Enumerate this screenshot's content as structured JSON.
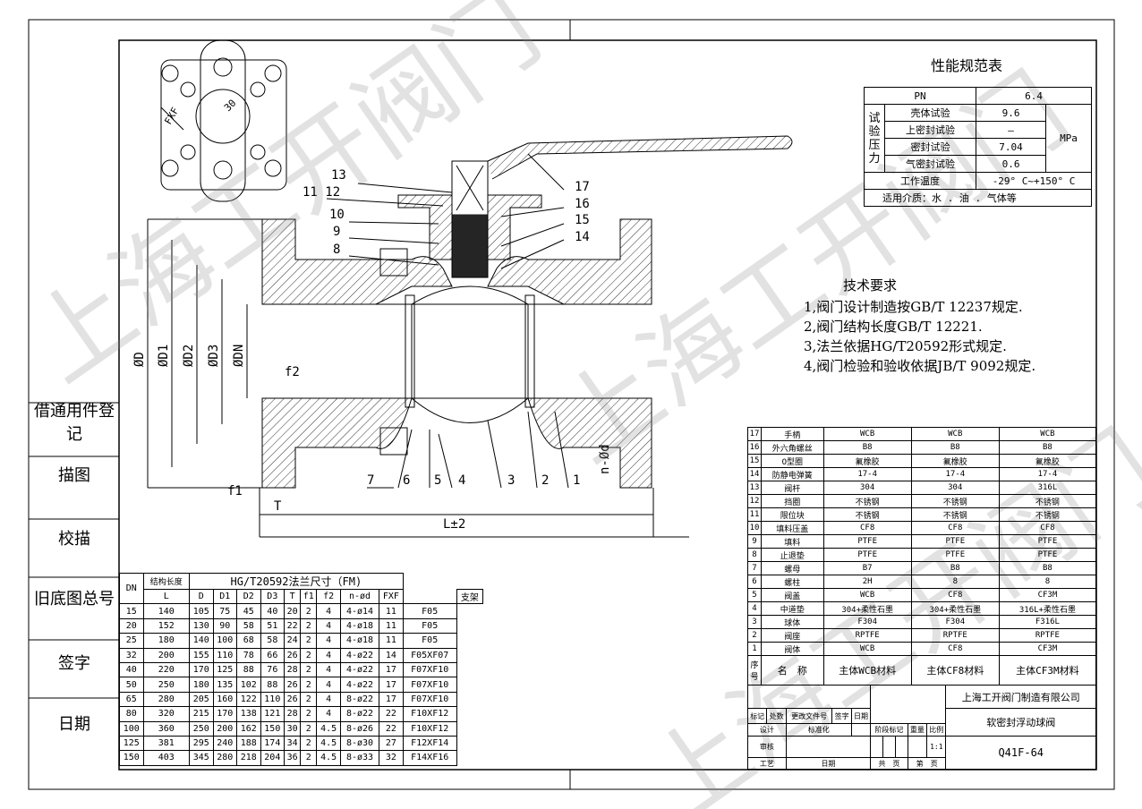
{
  "watermark": "上海工开阀门",
  "registration": [
    "借通用件登记",
    "描图",
    "校描",
    "旧底图总号",
    "签字",
    "日期"
  ],
  "part_labels": [
    "1",
    "2",
    "3",
    "4",
    "5",
    "6",
    "7",
    "8",
    "9",
    "10",
    "11 12",
    "13",
    "14",
    "15",
    "16",
    "17"
  ],
  "dim_labels": {
    "D": "ØD",
    "D1": "ØD1",
    "D2": "ØD2",
    "D3": "ØD3",
    "DN": "ØDN",
    "f1": "f1",
    "f2": "f2",
    "T": "T",
    "L": "L±2",
    "nd": "n-Ød",
    "fxf": "FXF",
    "sq": "30"
  },
  "spec": {
    "title": "性能规范表",
    "pn_label": "PN",
    "pn_value": "6.4",
    "group_label": "试验压力",
    "tests": [
      {
        "name": "壳体试验",
        "value": "9.6"
      },
      {
        "name": "上密封试验",
        "value": "—"
      },
      {
        "name": "密封试验",
        "value": "7.04"
      },
      {
        "name": "气密封试验",
        "value": "0.6"
      }
    ],
    "unit": "MPa",
    "temp_label": "工作温度",
    "temp_value": "-29° C~+150° C",
    "media": "适用介质：水 . 油 . 气体等"
  },
  "tech": {
    "title": "技术要求",
    "items": [
      "1,阀门设计制造按GB/T 12237规定.",
      "2,阀门结构长度GB/T 12221.",
      "3,法兰依据HG/T20592形式规定.",
      "4,阀门检验和验收依据JB/T 9092规定."
    ]
  },
  "dims_table": {
    "h_dn": "DN",
    "h_len": "结构长度",
    "h_L": "L",
    "h_flange": "HG/T20592法兰尺寸（FM)",
    "cols": [
      "D",
      "D1",
      "D2",
      "D3",
      "T",
      "f1",
      "f2",
      "n-ød",
      "FXF",
      "支架"
    ],
    "rows": [
      [
        "15",
        "140",
        "105",
        "75",
        "45",
        "40",
        "20",
        "2",
        "4",
        "4-ø14",
        "11",
        "F05"
      ],
      [
        "20",
        "152",
        "130",
        "90",
        "58",
        "51",
        "22",
        "2",
        "4",
        "4-ø18",
        "11",
        "F05"
      ],
      [
        "25",
        "180",
        "140",
        "100",
        "68",
        "58",
        "24",
        "2",
        "4",
        "4-ø18",
        "11",
        "F05"
      ],
      [
        "32",
        "200",
        "155",
        "110",
        "78",
        "66",
        "26",
        "2",
        "4",
        "4-ø22",
        "14",
        "F05XF07"
      ],
      [
        "40",
        "220",
        "170",
        "125",
        "88",
        "76",
        "28",
        "2",
        "4",
        "4-ø22",
        "17",
        "F07XF10"
      ],
      [
        "50",
        "250",
        "180",
        "135",
        "102",
        "88",
        "26",
        "2",
        "4",
        "4-ø22",
        "17",
        "F07XF10"
      ],
      [
        "65",
        "280",
        "205",
        "160",
        "122",
        "110",
        "26",
        "2",
        "4",
        "8-ø22",
        "17",
        "F07XF10"
      ],
      [
        "80",
        "320",
        "215",
        "170",
        "138",
        "121",
        "28",
        "2",
        "4",
        "8-ø22",
        "22",
        "F10XF12"
      ],
      [
        "100",
        "360",
        "250",
        "200",
        "162",
        "150",
        "30",
        "2",
        "4.5",
        "8-ø26",
        "22",
        "F10XF12"
      ],
      [
        "125",
        "381",
        "295",
        "240",
        "188",
        "174",
        "34",
        "2",
        "4.5",
        "8-ø30",
        "27",
        "F12XF14"
      ],
      [
        "150",
        "403",
        "345",
        "280",
        "218",
        "204",
        "36",
        "2",
        "4.5",
        "8-ø33",
        "32",
        "F14XF16"
      ]
    ]
  },
  "parts_table": {
    "rows": [
      [
        "17",
        "手柄",
        "WCB",
        "WCB",
        "WCB"
      ],
      [
        "16",
        "外六角螺丝",
        "B8",
        "B8",
        "B8"
      ],
      [
        "15",
        "O型圈",
        "氟橡胶",
        "氟橡胶",
        "氟橡胶"
      ],
      [
        "14",
        "防静电弹簧",
        "17-4",
        "17-4",
        "17-4"
      ],
      [
        "13",
        "阀杆",
        "304",
        "304",
        "316L"
      ],
      [
        "12",
        "挡圈",
        "不锈钢",
        "不锈钢",
        "不锈钢"
      ],
      [
        "11",
        "限位块",
        "不锈钢",
        "不锈钢",
        "不锈钢"
      ],
      [
        "10",
        "填料压盖",
        "CF8",
        "CF8",
        "CF8"
      ],
      [
        "9",
        "填料",
        "PTFE",
        "PTFE",
        "PTFE"
      ],
      [
        "8",
        "止退垫",
        "PTFE",
        "PTFE",
        "PTFE"
      ],
      [
        "7",
        "螺母",
        "B7",
        "B8",
        "B8"
      ],
      [
        "6",
        "螺柱",
        "2H",
        "8",
        "8"
      ],
      [
        "5",
        "阀盖",
        "WCB",
        "CF8",
        "CF3M"
      ],
      [
        "4",
        "中道垫",
        "304+柔性石墨",
        "304+柔性石墨",
        "316L+柔性石墨"
      ],
      [
        "3",
        "球体",
        "F304",
        "F304",
        "F316L"
      ],
      [
        "2",
        "阀座",
        "RPTFE",
        "RPTFE",
        "RPTFE"
      ],
      [
        "1",
        "阀体",
        "WCB",
        "CF8",
        "CF3M"
      ]
    ],
    "header": [
      "序号",
      "名　称",
      "主体WCB材料",
      "主体CF8材料",
      "主体CF3M材料"
    ]
  },
  "title_block": {
    "company": "上海工开阀门制造有限公司",
    "product": "软密封浮动球阀",
    "model": "Q41F-64",
    "labels": {
      "mark": "标记",
      "count": "处数",
      "doc": "更改文件号",
      "sign": "签字",
      "date": "日期",
      "design": "设计",
      "std": "标准化",
      "review": "审核",
      "process": "工艺",
      "date2": "日期",
      "stage": "阶段标记",
      "weight": "重量",
      "scale": "比例",
      "scale_value": "1:1",
      "total": "共　页",
      "page": "第　页"
    }
  }
}
